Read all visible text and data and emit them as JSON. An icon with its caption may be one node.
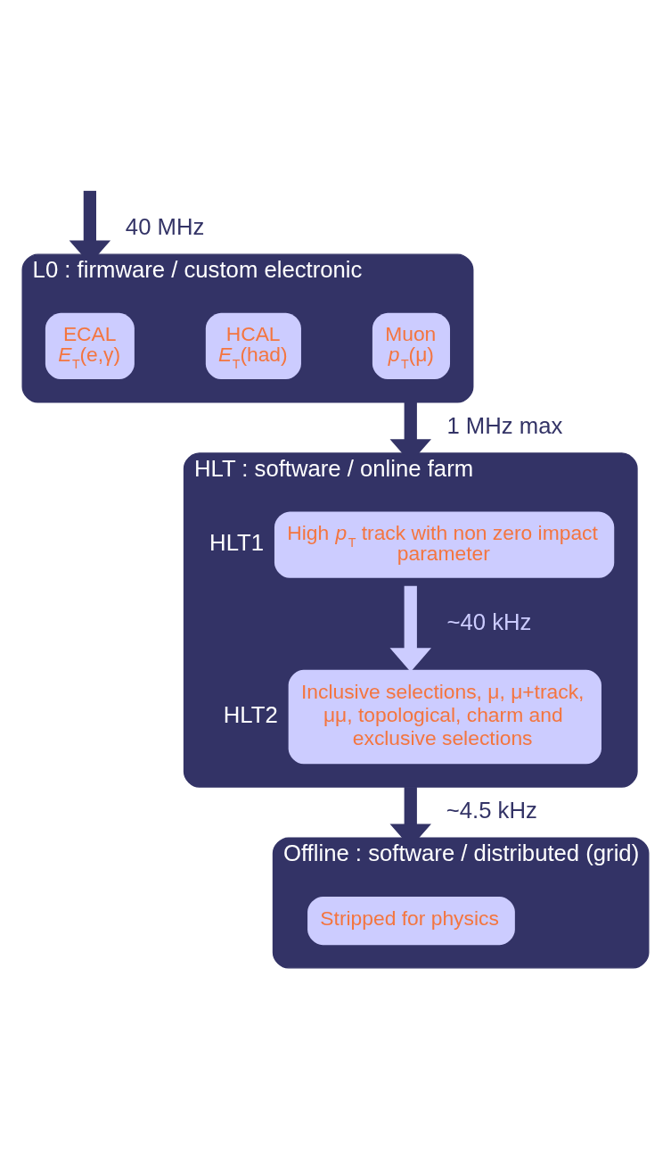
{
  "diagram": {
    "nodes": [
      {
        "text": [
          "L0 : firmware / custom electronic"
        ]
      },
      {
        "text": [
          "ECAL",
          "*E*$_{T}$(e,γ)"
        ],
        "in": 0
      },
      {
        "text": [
          "HCAL",
          "*E*$_{T}$(had)"
        ],
        "in": 0
      },
      {
        "text": [
          "Muon",
          "*p*$_{T}$(μ)"
        ],
        "in": 0
      },
      {
        "text": [
          "HLT : software / online farm"
        ]
      },
      {
        "text": [
          "High *p*$_{T}$ track with non zero impact parameter"
        ],
        "beside": [
          "HLT1"
        ],
        "in": 4
      },
      {
        "text": [
          "Inclusive selections, μ, μ+track, μμ, topological, charm and exclusive selections"
        ],
        "beside": [
          "HLT2"
        ],
        "in": 4
      },
      {
        "text": [
          "Offline : software / distributed (grid)"
        ]
      },
      {
        "text": [
          "Stripped for physics"
        ],
        "in": 7
      }
    ],
    "edges": [
      {
        "from": null,
        "to": 0,
        "arrow": "to",
        "label": "40 MHz"
      },
      {
        "from": 0,
        "to": 4,
        "arrow": "to",
        "label": "1 MHz max"
      },
      {
        "from": 5,
        "to": 6,
        "arrow": "to",
        "label": "~40 kHz",
        "color": "#ccccff"
      },
      {
        "from": 4,
        "to": 7,
        "arrow": "to",
        "label": "~4.5 kHz"
      }
    ]
  }
}
